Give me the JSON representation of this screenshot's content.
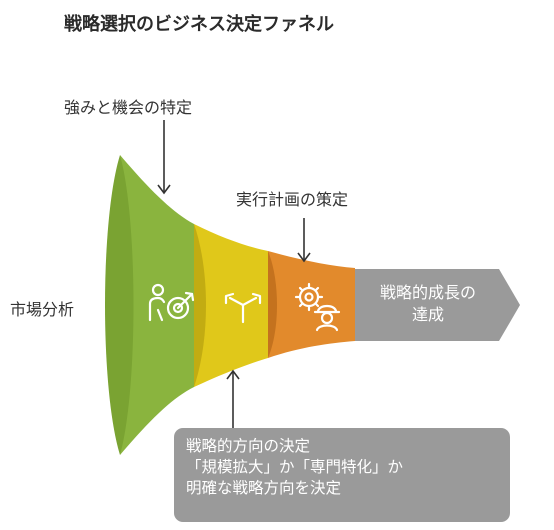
{
  "title": "戦略選択のビジネス決定ファネル",
  "labels": {
    "market_analysis": "市場分析",
    "strengths_opportunities": "強みと機会の特定",
    "execution_plan": "実行計画の策定"
  },
  "outcome": {
    "line1": "戦略的成長の",
    "line2": "達成"
  },
  "note": {
    "line1": "戦略的方向の決定",
    "line2": "「規模拡大」か「専門特化」か",
    "line3": "明確な戦略方向を決定"
  },
  "stages": [
    {
      "color": "#8ab43e",
      "icon": "target-person-icon"
    },
    {
      "color": "#e0c81a",
      "icon": "split-arrows-icon"
    },
    {
      "color": "#e28a2c",
      "icon": "gear-worker-icon"
    }
  ],
  "colors": {
    "stage1": "#8ab43e",
    "stage2": "#e0c81a",
    "stage3": "#e28a2c",
    "outcome": "#9a9a9a",
    "note": "#9a9a9a",
    "arrow": "#333333"
  }
}
